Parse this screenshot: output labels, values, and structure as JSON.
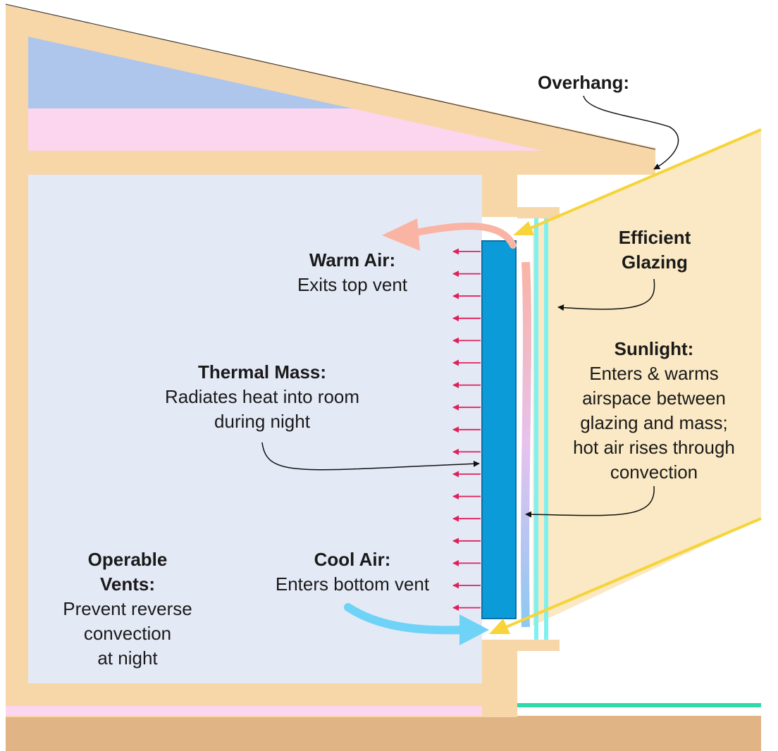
{
  "colors": {
    "wall": "#f7d6a8",
    "room": "#e4e9f6",
    "sky_blue": "#aec6ec",
    "insulation_pink": "#fbd6ee",
    "ground": "#e0b484",
    "thermal_mass": "#0a9bd8",
    "glazing": "#7ff0f0",
    "sunbeam": "#fae9c4",
    "sun_ray": "#f6d43a",
    "warm_air": "#f9b4a4",
    "cool_air": "#6ed3f6",
    "radiant_arrow": "#e0205a",
    "grass": "#2fd9a8"
  },
  "labels": {
    "overhang": {
      "title": "Overhang:"
    },
    "glazing": {
      "title_line1": "Efficient",
      "title_line2": "Glazing"
    },
    "warm_air": {
      "title": "Warm Air:",
      "line1": "Exits top vent"
    },
    "thermal_mass": {
      "title": "Thermal Mass:",
      "line1": "Radiates heat into room",
      "line2": "during night"
    },
    "sunlight": {
      "title": "Sunlight:",
      "line1": "Enters & warms",
      "line2": "airspace between",
      "line3": "glazing and mass;",
      "line4": "hot air rises through",
      "line5": "convection"
    },
    "cool_air": {
      "title": "Cool Air:",
      "line1": "Enters bottom vent"
    },
    "vents": {
      "title_line1": "Operable",
      "title_line2": "Vents:",
      "line1": "Prevent reverse",
      "line2": "convection",
      "line3": "at night"
    }
  }
}
